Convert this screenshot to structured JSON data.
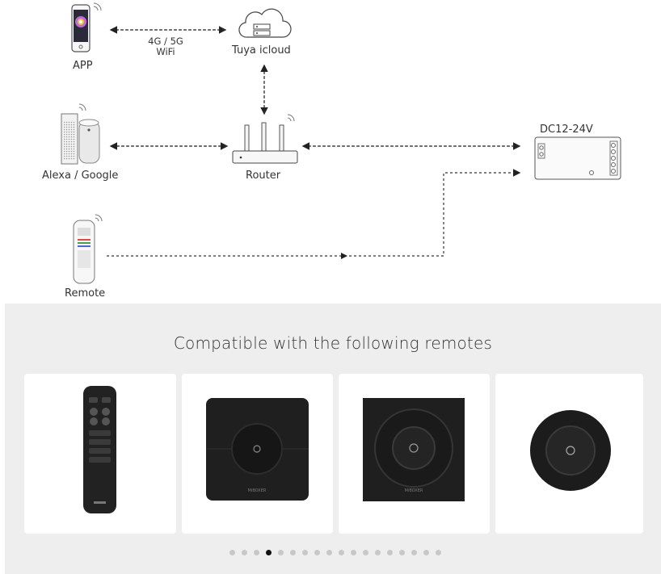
{
  "diagram": {
    "app_label": "APP",
    "network_label_line1": "4G / 5G",
    "network_label_line2": "WiFi",
    "cloud_label": "Tuya icloud",
    "assistant_label": "Alexa / Google",
    "router_label": "Router",
    "controller_label": "DC12-24V",
    "remote_label": "Remote"
  },
  "remotes": {
    "title": "Compatible with the following remotes",
    "cards": [
      {
        "name": "handheld-remote"
      },
      {
        "name": "square-knob-panel",
        "brand": "MiBOXER"
      },
      {
        "name": "square-dial-panel",
        "brand": "MiBOXER"
      },
      {
        "name": "round-knob-remote"
      }
    ],
    "pagination": {
      "total": 18,
      "active_index": 3
    }
  },
  "colors": {
    "section_bg": "#eeeeee",
    "card_bg": "#ffffff",
    "device_black": "#1e1e1e"
  }
}
